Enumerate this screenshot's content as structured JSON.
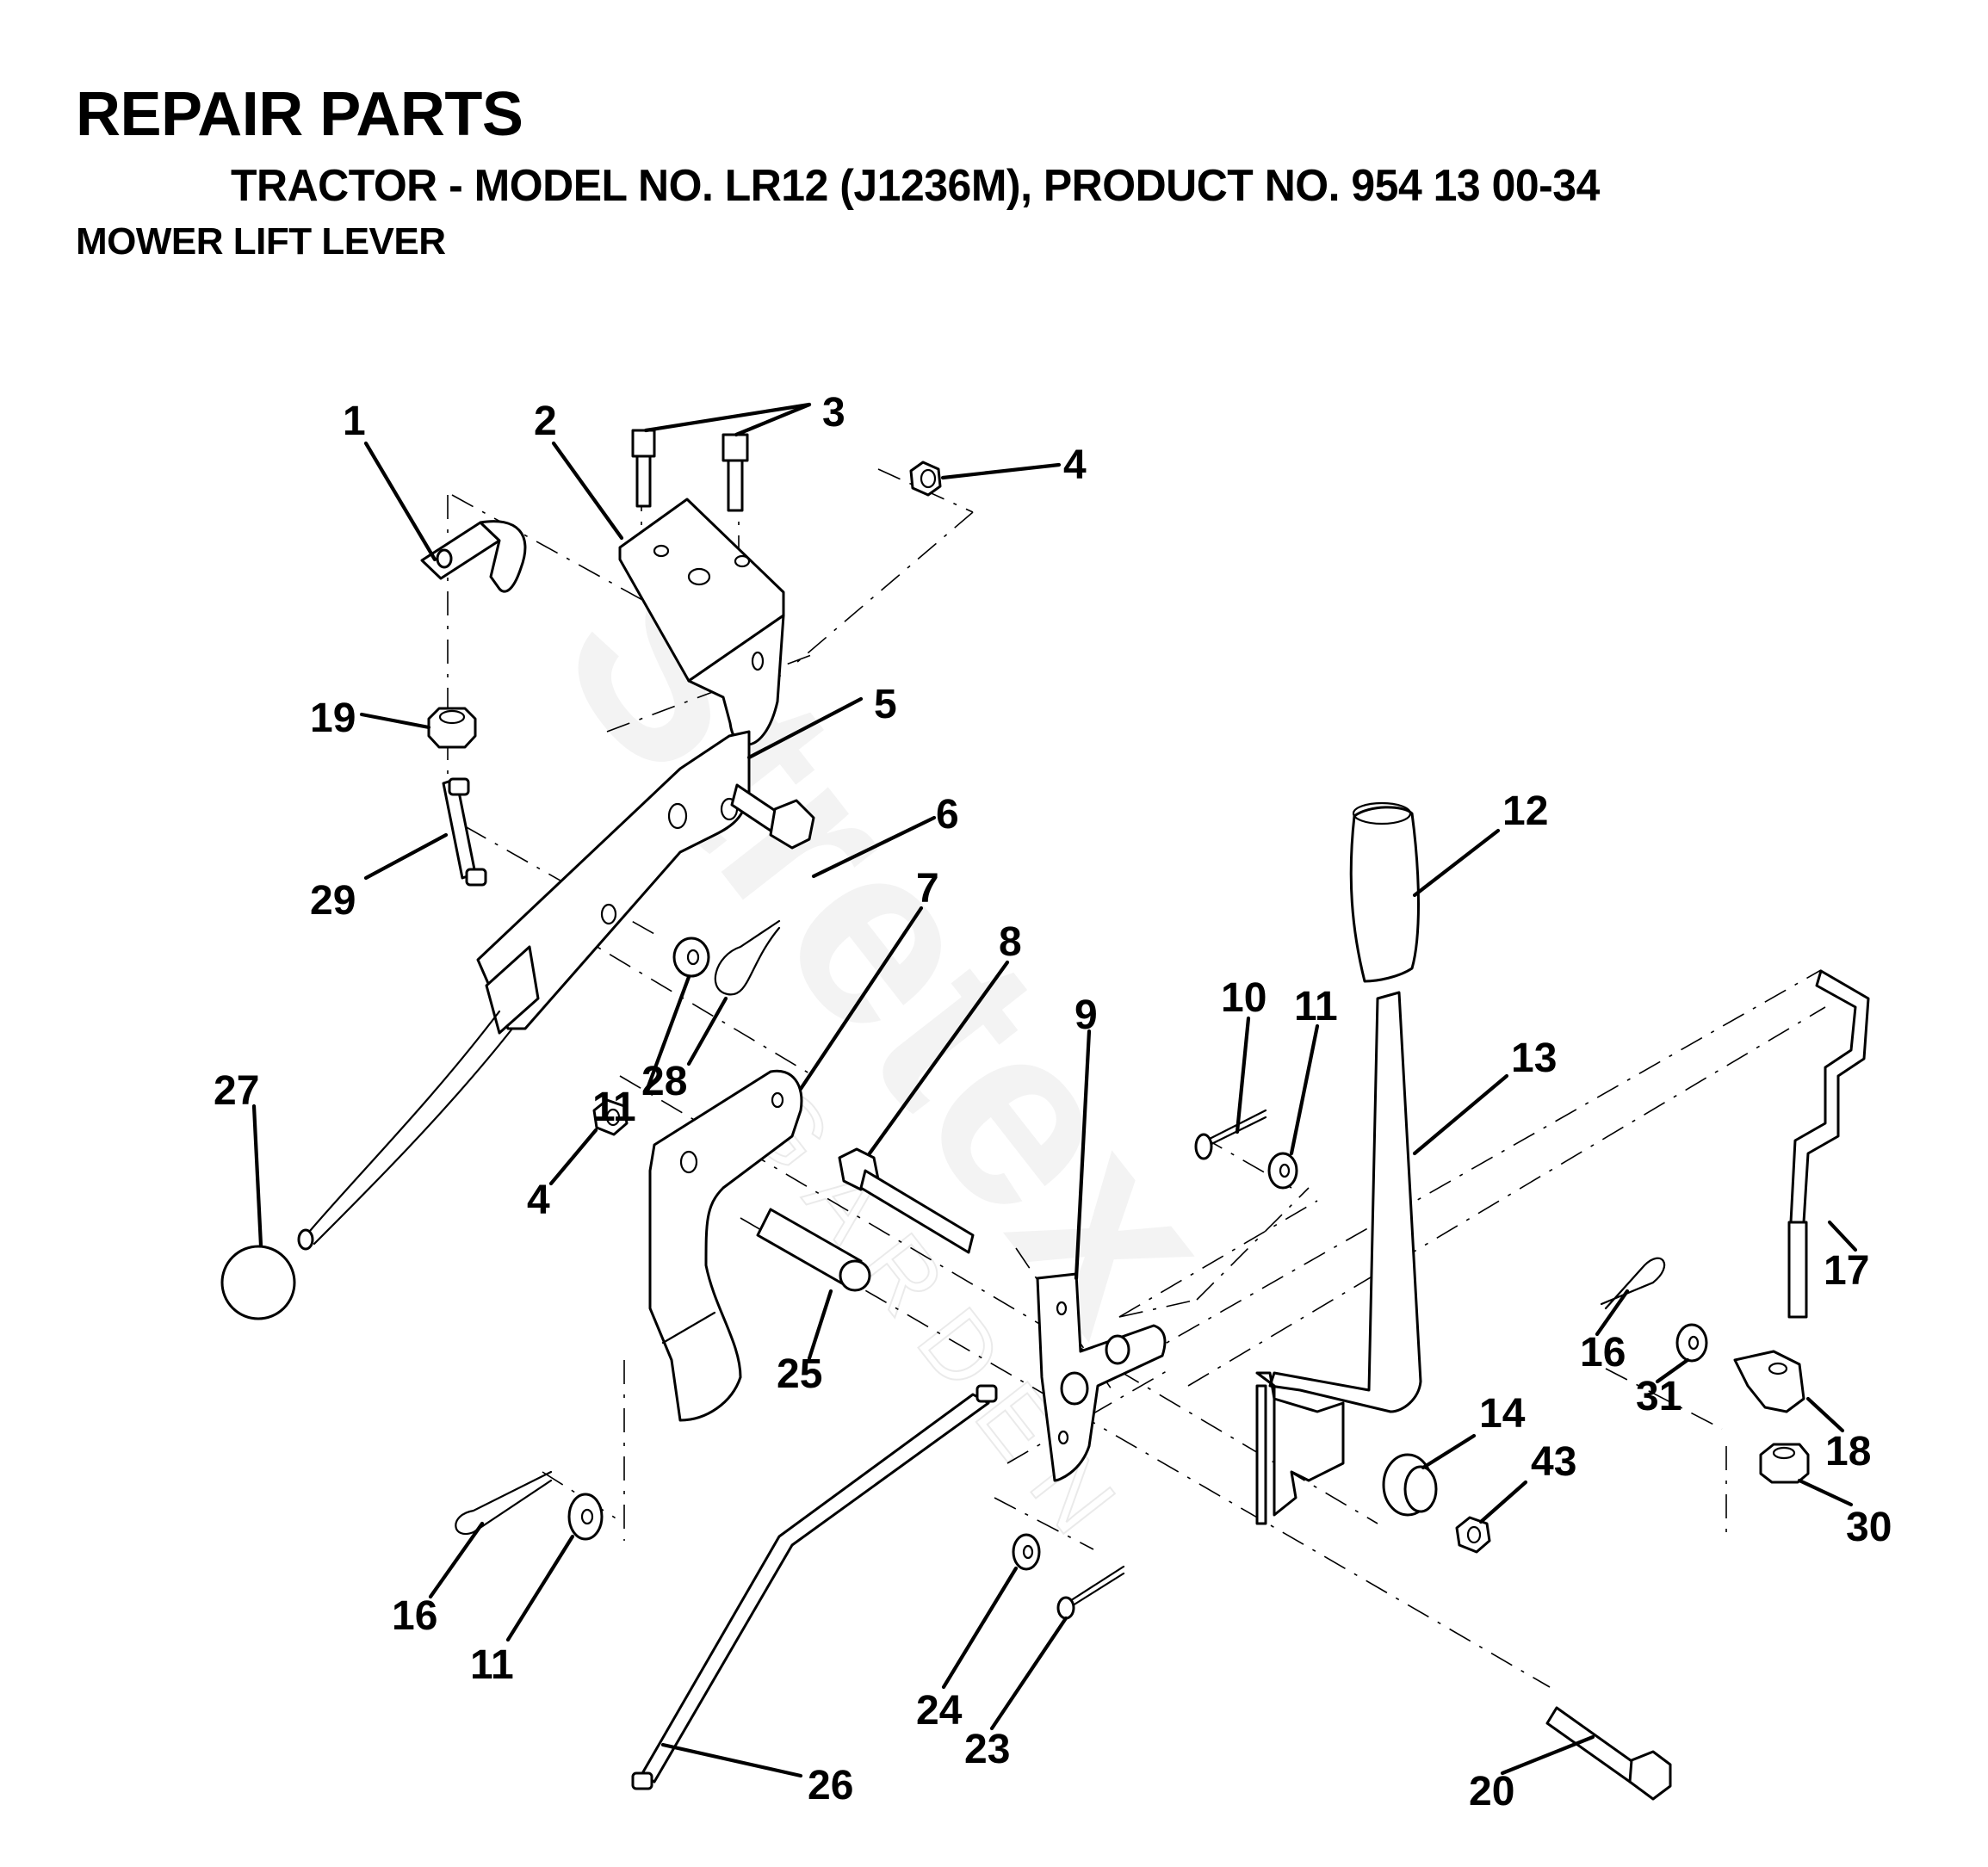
{
  "header": {
    "title": "REPAIR PARTS",
    "subtitle": "TRACTOR - MODEL NO. LR12 (J1236M), PRODUCT NO. 954 13 00-34",
    "section": "MOWER LIFT LEVER"
  },
  "watermark": {
    "brand": "Stretex",
    "tagline": "GARDEN"
  },
  "diagram": {
    "callouts": [
      {
        "id": "c1",
        "label": "1"
      },
      {
        "id": "c2",
        "label": "2"
      },
      {
        "id": "c3",
        "label": "3"
      },
      {
        "id": "c4a",
        "label": "4"
      },
      {
        "id": "c4b",
        "label": "4"
      },
      {
        "id": "c5",
        "label": "5"
      },
      {
        "id": "c6",
        "label": "6"
      },
      {
        "id": "c7",
        "label": "7"
      },
      {
        "id": "c8",
        "label": "8"
      },
      {
        "id": "c9",
        "label": "9"
      },
      {
        "id": "c10",
        "label": "10"
      },
      {
        "id": "c11a",
        "label": "11"
      },
      {
        "id": "c11b",
        "label": "11"
      },
      {
        "id": "c11c",
        "label": "11"
      },
      {
        "id": "c12",
        "label": "12"
      },
      {
        "id": "c13",
        "label": "13"
      },
      {
        "id": "c14",
        "label": "14"
      },
      {
        "id": "c16a",
        "label": "16"
      },
      {
        "id": "c16b",
        "label": "16"
      },
      {
        "id": "c17",
        "label": "17"
      },
      {
        "id": "c18",
        "label": "18"
      },
      {
        "id": "c19",
        "label": "19"
      },
      {
        "id": "c20",
        "label": "20"
      },
      {
        "id": "c23",
        "label": "23"
      },
      {
        "id": "c24",
        "label": "24"
      },
      {
        "id": "c25",
        "label": "25"
      },
      {
        "id": "c26",
        "label": "26"
      },
      {
        "id": "c27",
        "label": "27"
      },
      {
        "id": "c28",
        "label": "28"
      },
      {
        "id": "c29",
        "label": "29"
      },
      {
        "id": "c30",
        "label": "30"
      },
      {
        "id": "c31",
        "label": "31"
      },
      {
        "id": "c43",
        "label": "43"
      }
    ]
  }
}
